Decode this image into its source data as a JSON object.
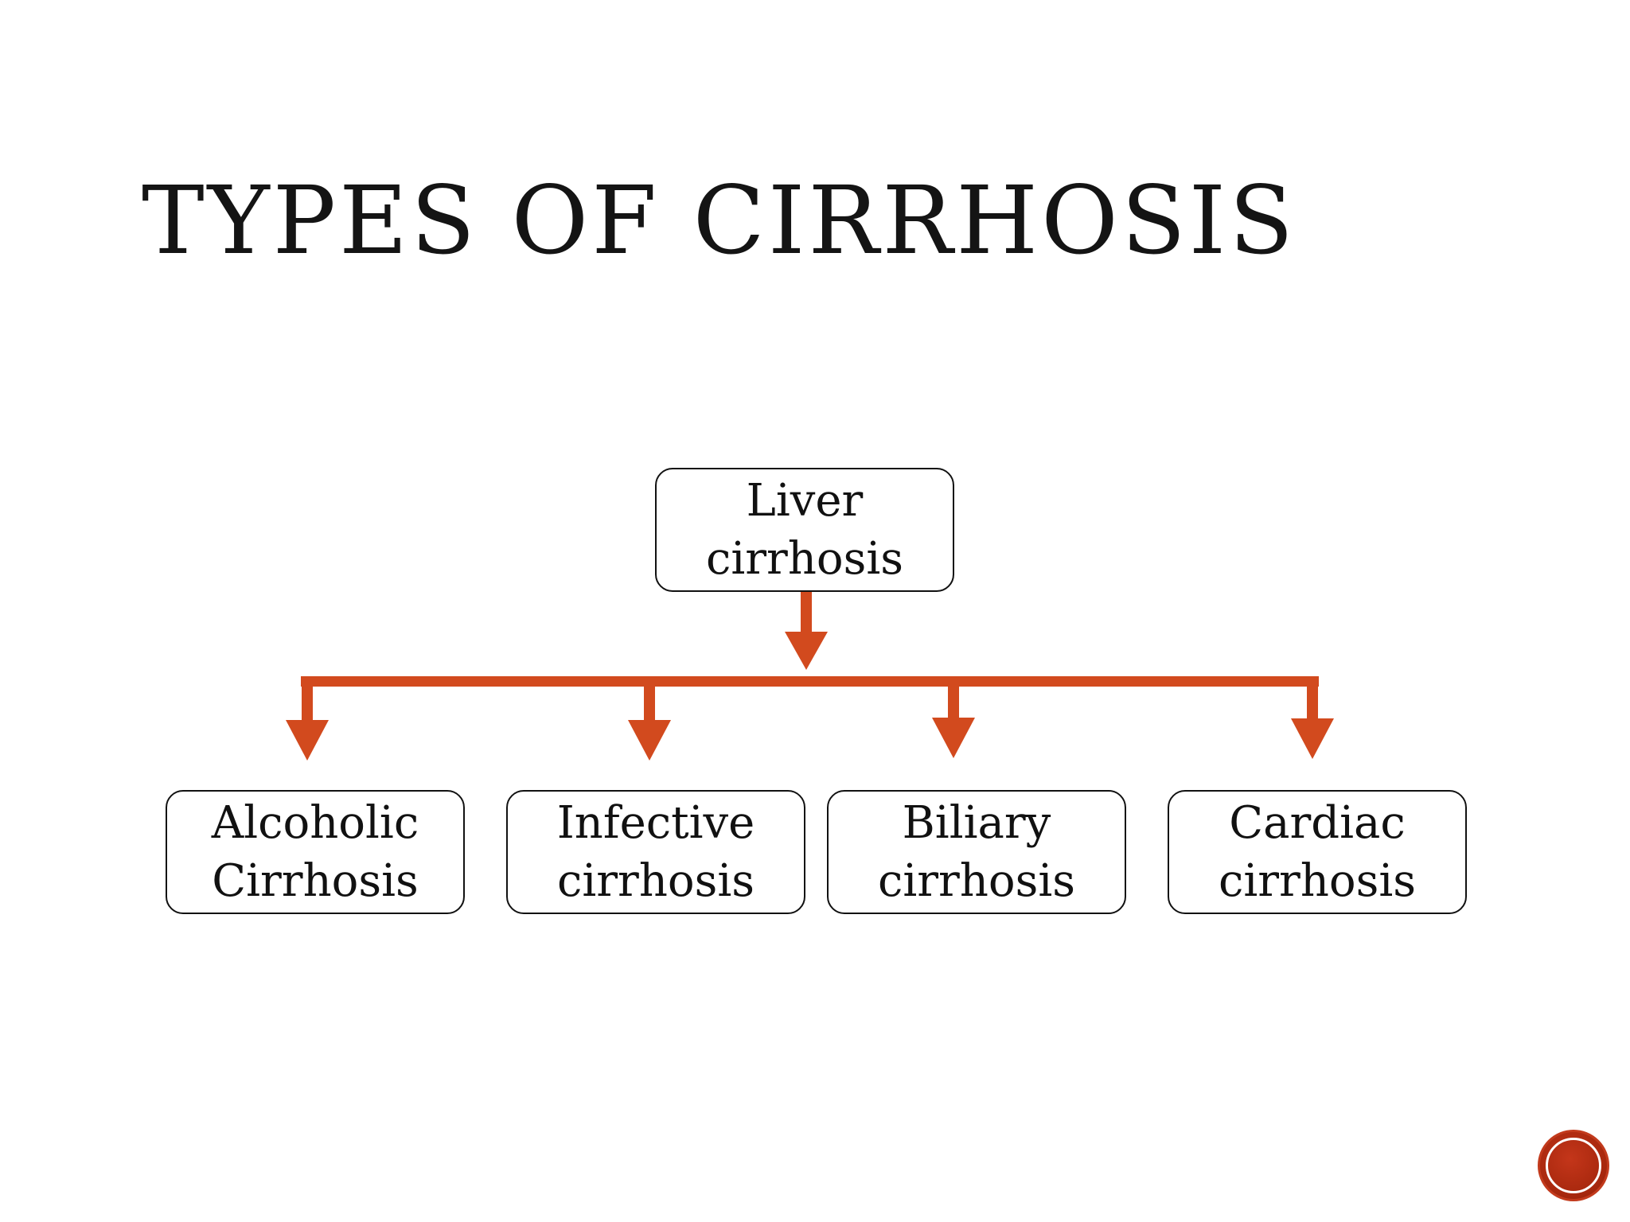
{
  "slide": {
    "title": "TYPES OF CIRRHOSIS"
  },
  "diagram": {
    "root": {
      "line1": "Liver",
      "line2": "cirrhosis"
    },
    "children": [
      {
        "line1": "Alcoholic",
        "line2": "Cirrhosis"
      },
      {
        "line1": "Infective",
        "line2": "cirrhosis"
      },
      {
        "line1": "Biliary",
        "line2": "cirrhosis"
      },
      {
        "line1": "Cardiac",
        "line2": "cirrhosis"
      }
    ]
  },
  "colors": {
    "arrow": "#d24a1e",
    "badge": "#b02b10",
    "border": "#111111"
  },
  "icons": {
    "badge": "slide-badge-icon"
  }
}
